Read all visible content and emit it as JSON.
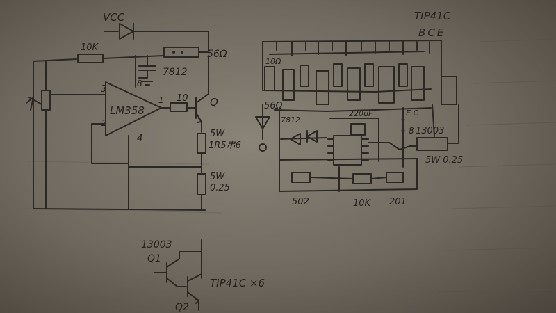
{
  "left_circuit": {
    "vcc": "VCC",
    "r_top": "10K",
    "r_right": "56Ω",
    "regulator": "7812",
    "opamp": "LM358",
    "pin3": "3",
    "pin2": "2",
    "pin8": "8",
    "pin1": "1",
    "pin4": "4",
    "r_base": "10",
    "transistor": "Q",
    "r_power1_a": "5W",
    "r_power1_b": "1R5串6",
    "r_power2_a": "5W",
    "r_power2_b": "0.25"
  },
  "bottom_circuit": {
    "part": "13003",
    "q1": "Q1",
    "q2": "Q2",
    "tip": "TIP41C ×6"
  },
  "right_circuit": {
    "title1": "TIP41C",
    "title2": "BCE",
    "r_label": "10Ω",
    "r56": "56Ω",
    "reg": "7812",
    "cap": "220uF",
    "ec": "E  C",
    "b8": "8",
    "part": "13003",
    "r_power": "5W 0.25",
    "pot1": "502",
    "pot2": "10K",
    "pot3": "201"
  }
}
